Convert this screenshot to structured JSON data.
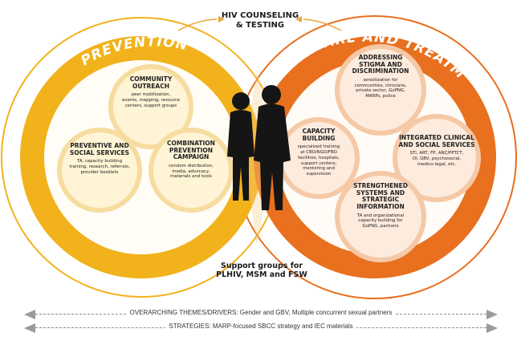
{
  "center": {
    "hiv_title": "HIV COUNSELING\n& TESTING",
    "support_groups": "Support groups for\nPLHIV, MSM and FSW"
  },
  "prevention": {
    "title": "PREVENTION",
    "color": "#F2B21B",
    "nodes": [
      {
        "heading": "COMMUNITY\nOUTREACH",
        "text": "peer mobilization,\nevents, mapping, resource\ncenters, support groups"
      },
      {
        "heading": "PREVENTIVE AND\nSOCIAL SERVICES",
        "text": "TA, capacity building\ntraining, research, referrals,\nprovider booklets"
      },
      {
        "heading": "COMBINATION\nPREVENTION\nCAMPAIGN",
        "text": "condom distribution,\nmedia, advocacy,\nmaterials and tools"
      }
    ]
  },
  "care": {
    "title": "CARE AND TREATMENT",
    "color": "#E8701F",
    "nodes": [
      {
        "heading": "ADDRESSING\nSTIGMA AND\nDISCRIMINATION",
        "text": "sensitization for\ncommunities, clinicians,\nprivate sector, GoPNG,\nMARPs, police"
      },
      {
        "heading": "CAPACITY\nBUILDING",
        "text": "specialized training\nat CBO/NGO/FBO\nfacilities, hospitals,\nsupport centers;\nmentoring and\nsupervision"
      },
      {
        "heading": "INTEGRATED CLINICAL\nAND SOCIAL SERVICES",
        "text": "STI, ART, FP, ANC/PPTCT,\nOI, GBV, psychosocial,\nmedico-legal, etc."
      },
      {
        "heading": "STRENGTHENED\nSYSTEMS AND\nSTRATEGIC\nINFORMATION",
        "text": "TA and organizational\ncapacity building for\nGoPNG, partners"
      }
    ]
  },
  "footer": {
    "themes": "OVERARCHING THEMES/DRIVERS: Gender and GBV, Multiple concurrent sexual partners",
    "strategies": "STRATEGIES: MARP-focused SBCC strategy and IEC materials"
  }
}
